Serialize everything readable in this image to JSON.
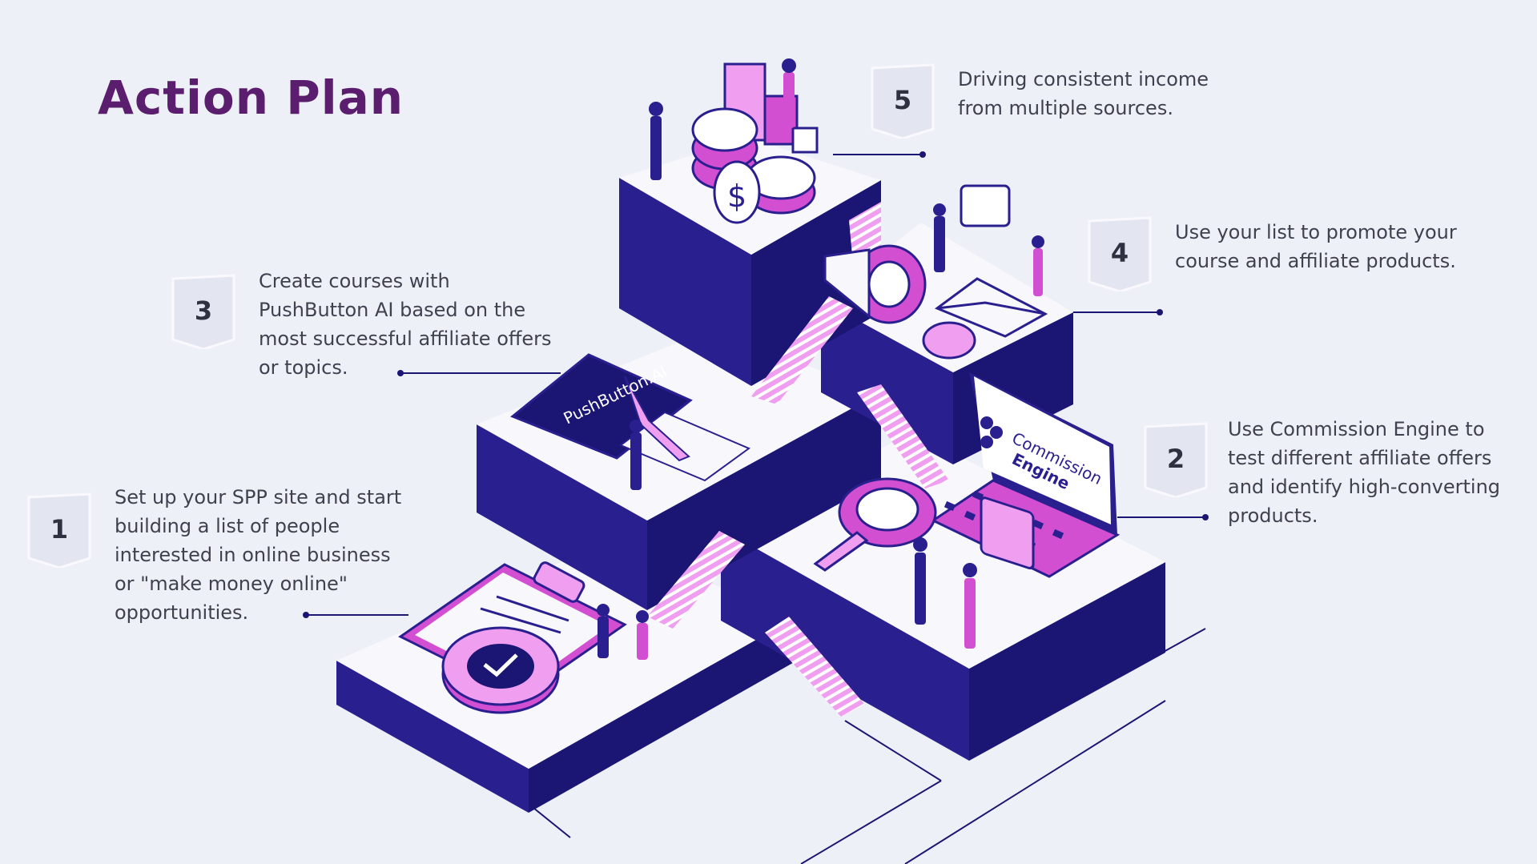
{
  "page": {
    "title": "Action Plan"
  },
  "colors": {
    "background": "#eef0f7",
    "title": "#5b1e6e",
    "navy": "#2a1f8f",
    "navy_dark": "#1b1673",
    "platform_top": "#f7f7fc",
    "magenta": "#d24fd2",
    "pink": "#f09ef0",
    "body_text": "#40414f"
  },
  "steps": [
    {
      "number": "1",
      "lines": [
        "Set up your SPP site and start",
        "building a list of people",
        "interested in online business",
        "or \"make money online\"",
        "opportunities."
      ],
      "icon": "clipboard-checkmark-icon"
    },
    {
      "number": "2",
      "lines": [
        "Use Commission Engine to",
        "test different affiliate offers",
        "and identify high-converting",
        "products."
      ],
      "icon": "laptop-magnifier-icon"
    },
    {
      "number": "3",
      "lines": [
        "Create courses with",
        "PushButton AI based on the",
        "most successful affiliate offers",
        "or topics."
      ],
      "icon": "tablet-pen-icon"
    },
    {
      "number": "4",
      "lines": [
        "Use your list to promote your",
        "course and affiliate products."
      ],
      "icon": "megaphone-email-icon"
    },
    {
      "number": "5",
      "lines": [
        "Driving consistent income",
        "from multiple sources."
      ],
      "icon": "coins-growth-icon"
    }
  ],
  "illustration": {
    "tablet_brand": "PushButton.AI",
    "laptop_brand_line1": "Commission",
    "laptop_brand_line2": "Engine"
  }
}
